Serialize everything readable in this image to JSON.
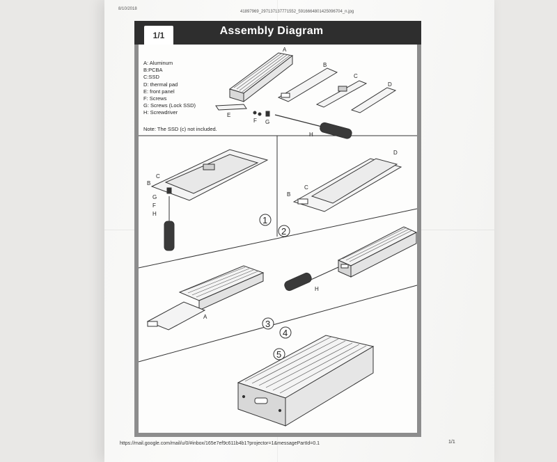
{
  "print": {
    "date": "8/10/2018",
    "filename": "41897969_297137137771552_5916664801425096704_n.jpg",
    "url": "https://mail.google.com/mail/u/0/#inbox/165e7ef9c611b4b1?projector=1&messagePartId=0.1",
    "page": "1/1"
  },
  "sheet": {
    "page_tab": "1/1",
    "title": "Assembly Diagram",
    "parts": [
      "A: Aluminum",
      "B:PCBA",
      "C:SSD",
      "D: thermal pad",
      "E: front panel",
      "F: Screws",
      "G: Screws (Lock SSD)",
      "H: Screwdriver"
    ],
    "note": "Note: The SSD (c)   not included."
  },
  "callouts": {
    "A": "A",
    "B": "B",
    "C": "C",
    "D": "D",
    "E": "E",
    "F": "F",
    "G": "G",
    "H": "H"
  },
  "steps": [
    "1",
    "2",
    "3",
    "4",
    "5"
  ]
}
